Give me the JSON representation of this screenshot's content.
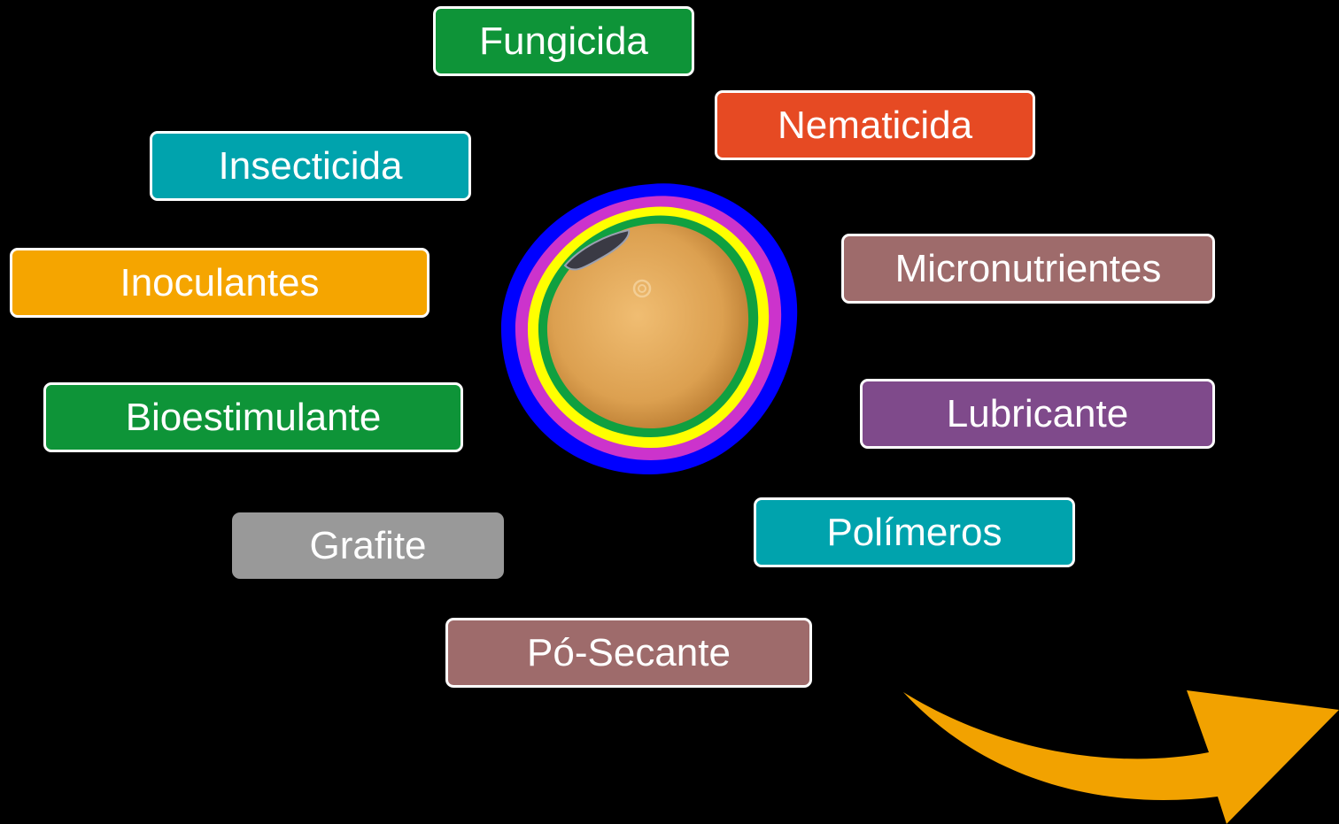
{
  "labels": {
    "fungicida": "Fungicida",
    "nematicida": "Nematicida",
    "insecticida": "Insecticida",
    "inoculantes": "Inoculantes",
    "micronutrientes": "Micronutrientes",
    "lubricante": "Lubricante",
    "bioestimulante": "Bioestimulante",
    "grafite": "Grafite",
    "polimeros": "Polímeros",
    "po_secante": "Pó-Secante"
  },
  "colors": {
    "fungicida": "#0e9438",
    "nematicida": "#e64a23",
    "insecticida": "#00a3ad",
    "inoculantes": "#f5a500",
    "micronutrientes": "#9e6b6b",
    "lubricante": "#7f4a8b",
    "bioestimulante": "#0e9438",
    "grafite": "#999999",
    "polimeros": "#00a3ad",
    "po_secante": "#9e6b6b",
    "coating_blue": "#0000ff",
    "coating_magenta": "#cc33cc",
    "coating_yellow": "#ffff00",
    "coating_green": "#10a040",
    "seed": "#e0a24a",
    "arrow": "#f2a200"
  },
  "icons": {
    "seed": "soybean-seed-icon",
    "arrow": "curved-arrow-right-icon"
  }
}
